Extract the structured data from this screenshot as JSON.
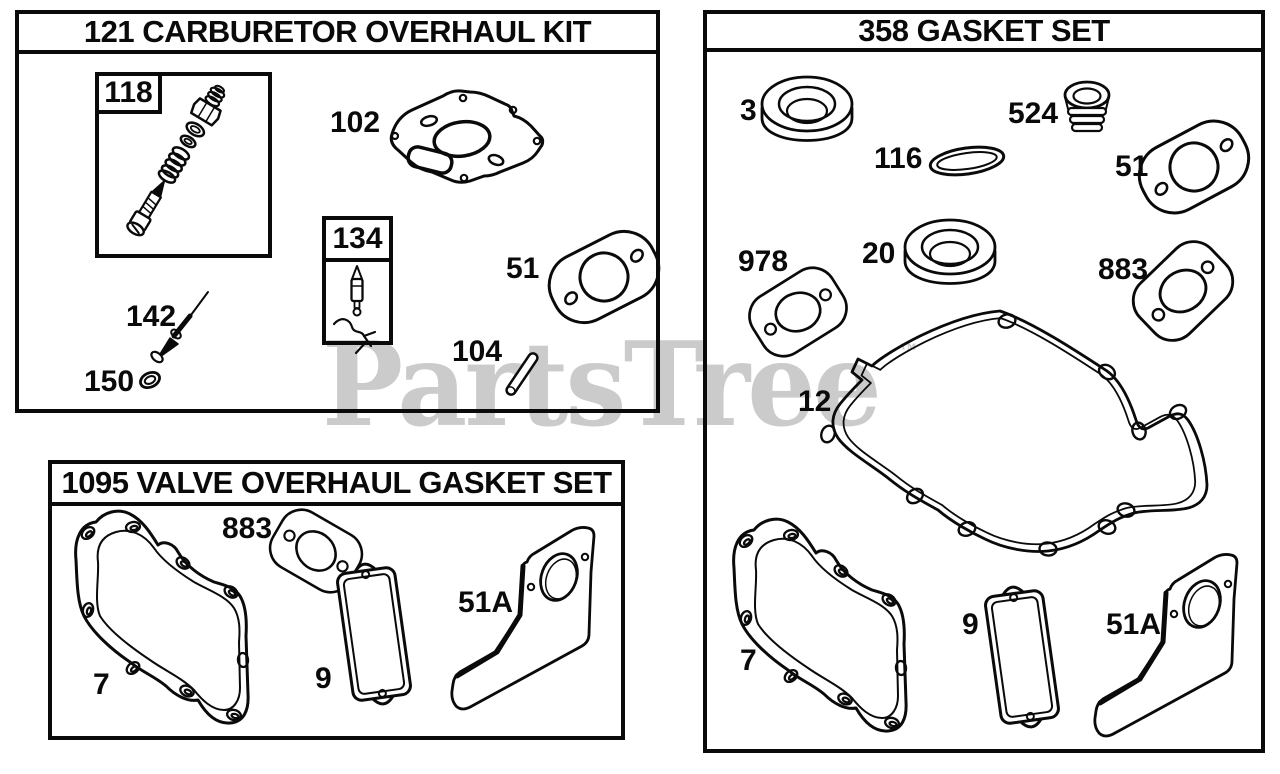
{
  "colors": {
    "ink": "#0a0a0a",
    "watermark": "#cbcbcb",
    "background": "#ffffff"
  },
  "watermark": {
    "text": "PartsTree",
    "trademark": "™"
  },
  "panels": {
    "carburetor_kit": {
      "title": "121 CARBURETOR OVERHAUL KIT",
      "parts": {
        "p118": "118",
        "p102": "102",
        "p134": "134",
        "p51": "51",
        "p142": "142",
        "p150": "150",
        "p104": "104"
      }
    },
    "valve_gasket_set": {
      "title": "1095 VALVE OVERHAUL GASKET SET",
      "parts": {
        "p883": "883",
        "p7": "7",
        "p9": "9",
        "p51a": "51A"
      }
    },
    "gasket_set": {
      "title": "358 GASKET SET",
      "parts": {
        "p3": "3",
        "p524": "524",
        "p116": "116",
        "p51": "51",
        "p978": "978",
        "p20": "20",
        "p883": "883",
        "p12": "12",
        "p7": "7",
        "p9": "9",
        "p51a": "51A"
      }
    }
  }
}
